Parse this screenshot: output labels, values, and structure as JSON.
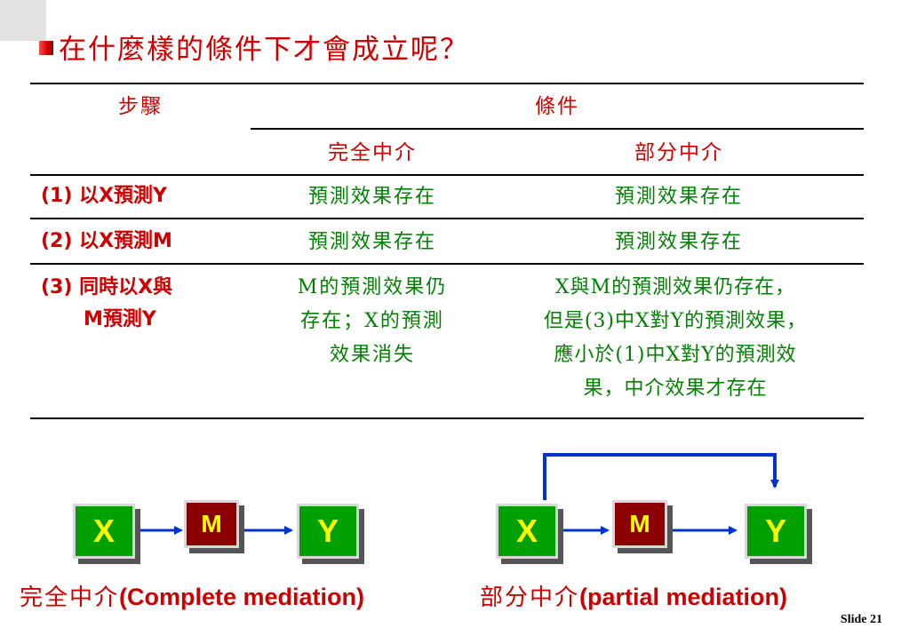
{
  "title": "在什麼樣的條件下才會成立呢？",
  "table": {
    "step_header": "步驟",
    "condition_header": "條件",
    "sub_headers": [
      "完全中介",
      "部分中介"
    ],
    "rows": [
      {
        "step_line1": "(1) 以X預測Y",
        "step_line2": "",
        "complete": [
          "預測效果存在"
        ],
        "partial": [
          "預測效果存在"
        ]
      },
      {
        "step_line1": "(2) 以X預測M",
        "step_line2": "",
        "complete": [
          "預測效果存在"
        ],
        "partial": [
          "預測效果存在"
        ]
      },
      {
        "step_line1": "(3) 同時以X與",
        "step_line2": "M預測Y",
        "complete": [
          "M的預測效果仍",
          "存在；X的預測",
          "效果消失"
        ],
        "partial": [
          "X與M的預測效果仍存在，",
          "但是(3)中X對Y的預測效果，",
          "應小於(1)中X對Y的預測效",
          "果，中介效果才存在"
        ]
      }
    ]
  },
  "diagrams": {
    "complete": {
      "x": "X",
      "m": "M",
      "y": "Y",
      "caption_zh": "完全中介",
      "caption_en": "(Complete mediation)"
    },
    "partial": {
      "x": "X",
      "m": "M",
      "y": "Y",
      "caption_zh": "部分中介",
      "caption_en": "(partial mediation)"
    }
  },
  "colors": {
    "title": "#cc0000",
    "green_text": "#008000",
    "box_green": "#00a000",
    "box_m": "#8b0000",
    "box_label": "#ffff00",
    "arrow": "#0033cc"
  },
  "slide_label": "Slide 21"
}
